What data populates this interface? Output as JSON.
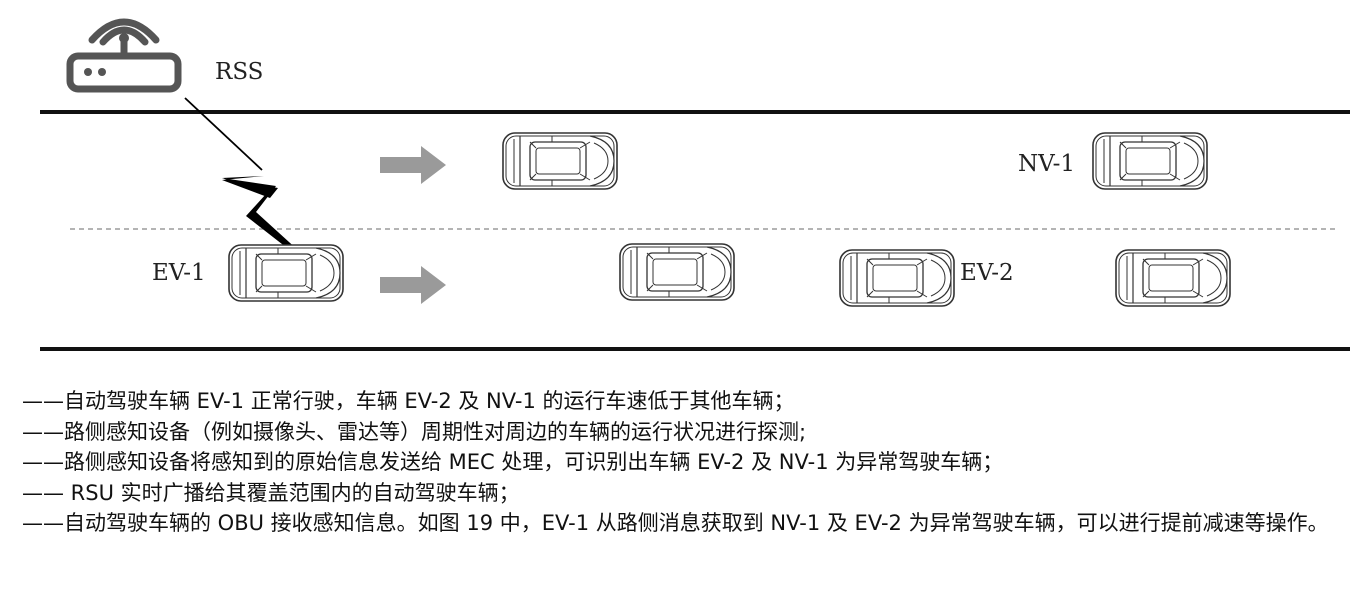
{
  "diagram": {
    "rss_label": "RSS",
    "vehicle_labels": {
      "nv1": "NV-1",
      "ev1": "EV-1",
      "ev2": "EV-2"
    },
    "colors": {
      "road_line": "#111111",
      "car_stroke": "#333333",
      "arrow_fill": "#9a9a9a",
      "lightning": "#000000",
      "lane_divider": "#888888"
    }
  },
  "notes": [
    "——自动驾驶车辆 EV-1 正常行驶，车辆 EV-2 及 NV-1 的运行车速低于其他车辆；",
    "——路侧感知设备（例如摄像头、雷达等）周期性对周边的车辆的运行状况进行探测;",
    "——路侧感知设备将感知到的原始信息发送给 MEC 处理，可识别出车辆 EV-2 及 NV-1 为异常驾驶车辆；",
    "—— RSU 实时广播给其覆盖范围内的自动驾驶车辆；",
    "——自动驾驶车辆的 OBU 接收感知信息。如图 19 中，EV-1 从路侧消息获取到 NV-1 及 EV-2 为异常驾驶车辆，可以进行提前减速等操作。"
  ]
}
